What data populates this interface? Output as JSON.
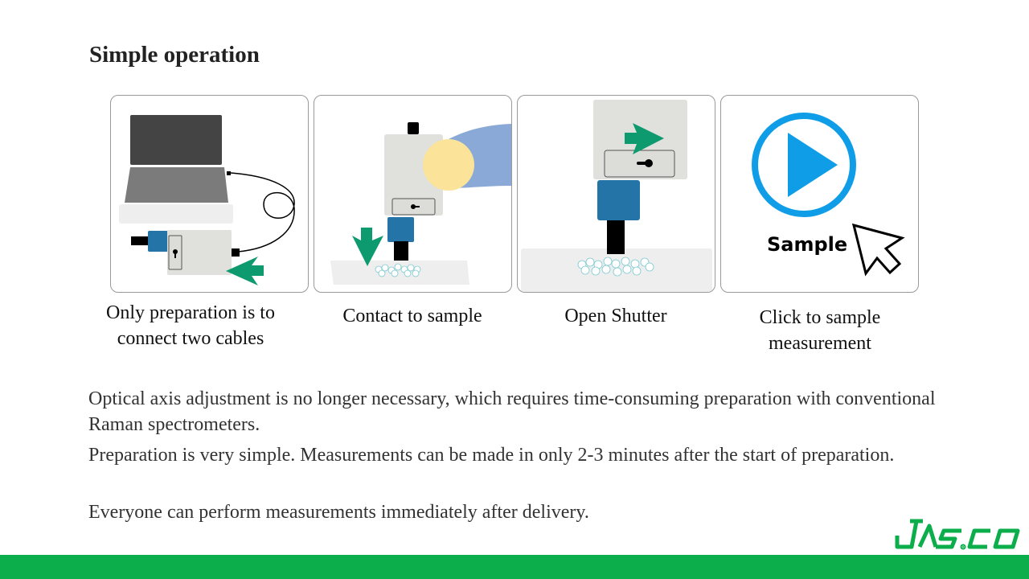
{
  "title": "Simple operation",
  "steps": [
    {
      "caption_line1": "Only preparation is to",
      "caption_line2": "connect two cables"
    },
    {
      "caption_line1": "Contact to sample"
    },
    {
      "caption_line1": "Open Shutter"
    },
    {
      "caption_line1": "Click to sample",
      "caption_line2": "measurement",
      "button_label": "Sample"
    }
  ],
  "paragraphs": [
    "Optical axis adjustment is no longer necessary, which requires time-consuming preparation with conventional Raman spectrometers.",
    "Preparation is very simple. Measurements can be made in only 2-3 minutes after the start of preparation.",
    "Everyone can perform measurements immediately after delivery."
  ],
  "logo": "JASCO",
  "colors": {
    "green": "#0d9a6e",
    "blue": "#2474a8",
    "play": "#0f9de8",
    "brand": "#0bae4b"
  }
}
